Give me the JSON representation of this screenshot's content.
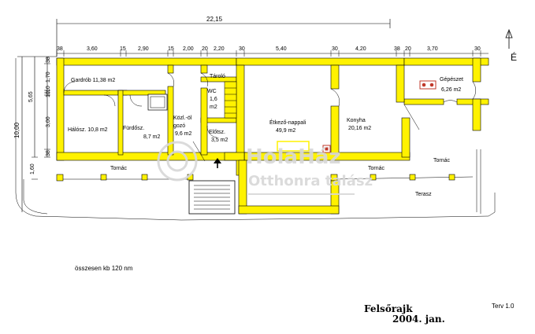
{
  "dimensions": {
    "overall_width": "22,15",
    "top_segments": [
      "38",
      "3,60",
      "15",
      "2,90",
      "15",
      "2,00",
      "20",
      "2,20",
      "30",
      "5,40",
      "30",
      "4,20",
      "38",
      "20",
      "3,70",
      "30"
    ],
    "left_outer": "10,00",
    "left_inner": "5,65",
    "left_segments": [
      "38",
      "1,70",
      "10",
      "10",
      "3,00",
      "38"
    ],
    "left_small": "1,60"
  },
  "rooms": {
    "gardrob": "Gardrób 11,38 m2",
    "haloszoba": "Hálósz. 10,8 m2",
    "furdoszoba_name": "Fürdősz.",
    "furdoszoba_area": "8,7 m2",
    "kozlekedo_name": "Közl.-öl",
    "kozlekedo_name2": "gozó",
    "kozlekedo_area": "9,6 m2",
    "tarolo": "Tároló",
    "wc_name": "WC",
    "wc_area": "1,6",
    "wc_unit": "m2",
    "eloszoba_name": "Előtsz.",
    "eloszoba_area": "3,5 m2",
    "etkezo_name": "Étkező-nappali",
    "etkezo_area": "49,9 m2",
    "konyha_name": "Konyha",
    "konyha_area": "20,16 m2",
    "gepeszet_name": "Gépészet",
    "gepeszet_area": "6,26 m2",
    "terasz_left": "Tornác",
    "terasz_mid": "Tornác",
    "terasz_right": "Tornác",
    "terasz": "Terasz"
  },
  "compass": {
    "label": "É"
  },
  "watermark": {
    "line1": "HolaHáz",
    "line2": "Otthonra talász"
  },
  "total_note": "összesen kb 120 nm",
  "title_block": {
    "title": "Felsőrajk",
    "date": "2004. jan.",
    "version": "Terv 1.0"
  },
  "colors": {
    "wall": "#fff200",
    "stroke": "#000000",
    "watermark": "#d8d8d8",
    "stove": "#c0392b"
  },
  "icons": [
    "north-arrow-icon",
    "entry-arrow-icon",
    "stove-icon",
    "staircase-icon"
  ]
}
